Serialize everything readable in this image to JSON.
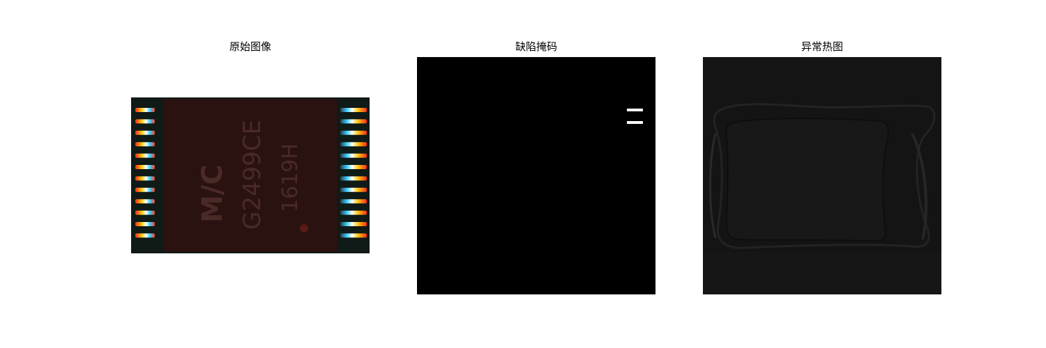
{
  "panels": [
    {
      "title": "原始图像"
    },
    {
      "title": "缺陷掩码"
    },
    {
      "title": "异常热图"
    }
  ],
  "chip_marking": {
    "line1": "M/C",
    "line2": "G2499CE",
    "line3": "1619H"
  },
  "colors": {
    "background": "#ffffff",
    "chip_body": "#2a1210",
    "pin_hot": "#ff3b1f",
    "mask_bg": "#000000",
    "heatmap_bg": "#141414"
  }
}
